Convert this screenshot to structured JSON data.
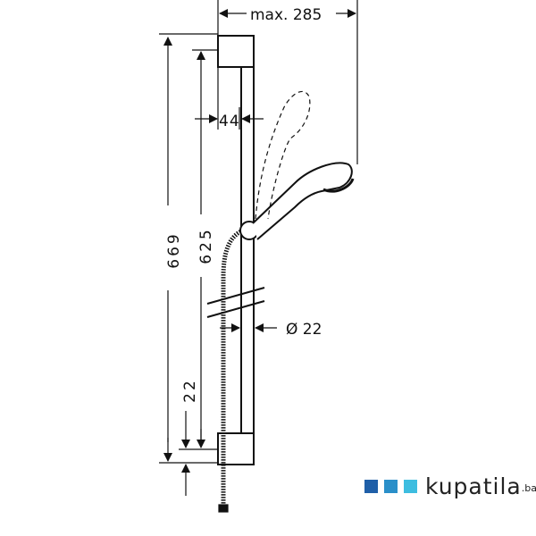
{
  "dimensions": {
    "max_reach": "max. 285",
    "bracket_depth": "44",
    "total_height": "669",
    "bar_height": "625",
    "bar_diameter": "Ø 22",
    "bottom_offset": "22"
  },
  "logo": {
    "name": "kupatila",
    "tld": ".ba",
    "colors": [
      "#1f5fa8",
      "#2a8fc9",
      "#3dbde0"
    ]
  }
}
